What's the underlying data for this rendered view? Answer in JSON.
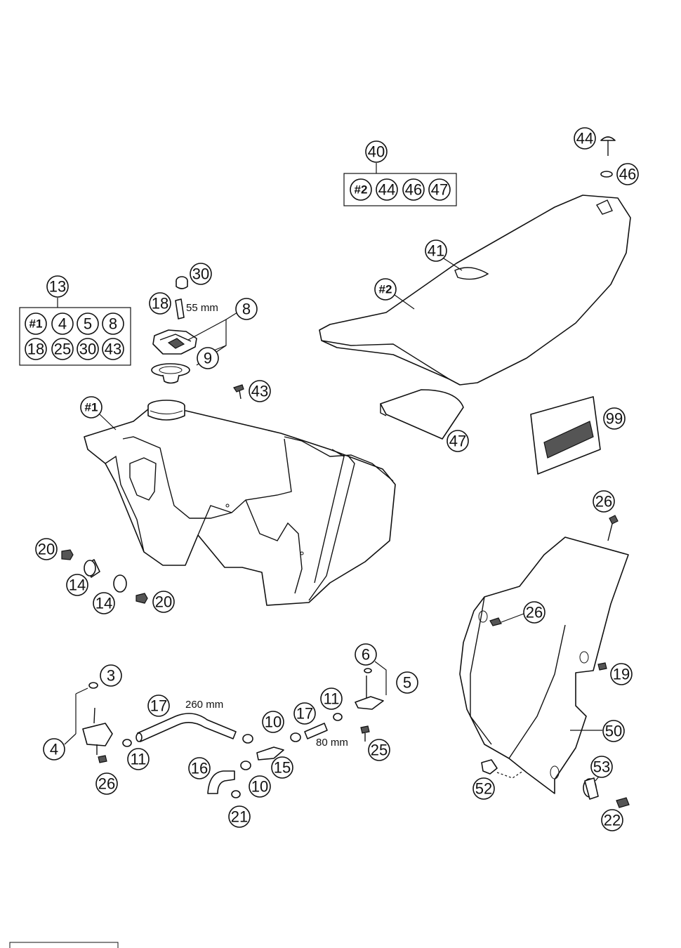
{
  "diagram": {
    "kit_box_13": {
      "header": "13",
      "items": [
        "#1",
        "4",
        "5",
        "8",
        "18",
        "25",
        "30",
        "43"
      ]
    },
    "kit_box_40": {
      "header": "40",
      "items": [
        "#2",
        "44",
        "46",
        "47"
      ]
    },
    "dimensions": {
      "vent_hose_length": "55 mm",
      "fuel_hose_long_length": "260 mm",
      "fuel_hose_short_length": "80 mm"
    },
    "callouts": {
      "tank_ref": "#1",
      "seat_ref": "#2",
      "p3": "3",
      "p4": "4",
      "p5": "5",
      "p6": "6",
      "p8": "8",
      "p9": "9",
      "p10a": "10",
      "p10b": "10",
      "p11a": "11",
      "p11b": "11",
      "p14a": "14",
      "p14b": "14",
      "p15": "15",
      "p16": "16",
      "p17a": "17",
      "p17b": "17",
      "p18": "18",
      "p19": "19",
      "p20a": "20",
      "p20b": "20",
      "p21": "21",
      "p22": "22",
      "p25": "25",
      "p26a": "26",
      "p26b": "26",
      "p26c": "26",
      "p30": "30",
      "p41": "41",
      "p43": "43",
      "p44": "44",
      "p46": "46",
      "p47": "47",
      "p50": "50",
      "p52": "52",
      "p53": "53",
      "p99": "99"
    }
  }
}
